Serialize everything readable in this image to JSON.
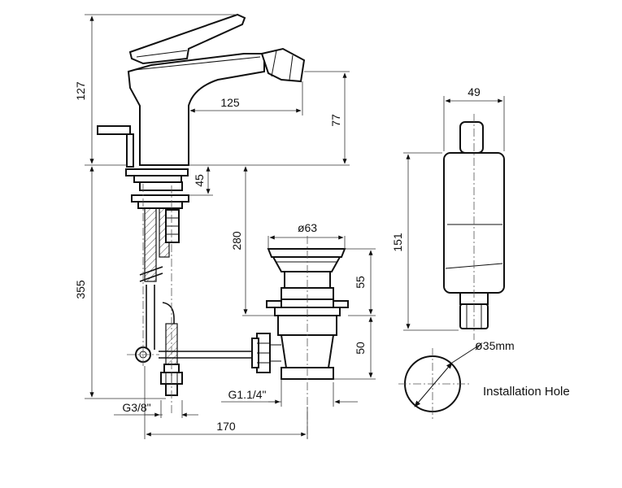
{
  "dimensions": {
    "height_total": "127",
    "spout_reach": "125",
    "spout_height": "77",
    "base_thickness": "45",
    "shank_length": "280",
    "supply_length": "355",
    "waste_diameter": "ø63",
    "waste_upper": "55",
    "waste_lower": "50",
    "supply_thread": "G3/8\"",
    "waste_thread": "G1.1/4\"",
    "horizontal_span": "170",
    "body_width": "49",
    "body_depth": "151",
    "hole_diameter": "35mm"
  },
  "labels": {
    "installation_hole": "Installation Hole"
  }
}
